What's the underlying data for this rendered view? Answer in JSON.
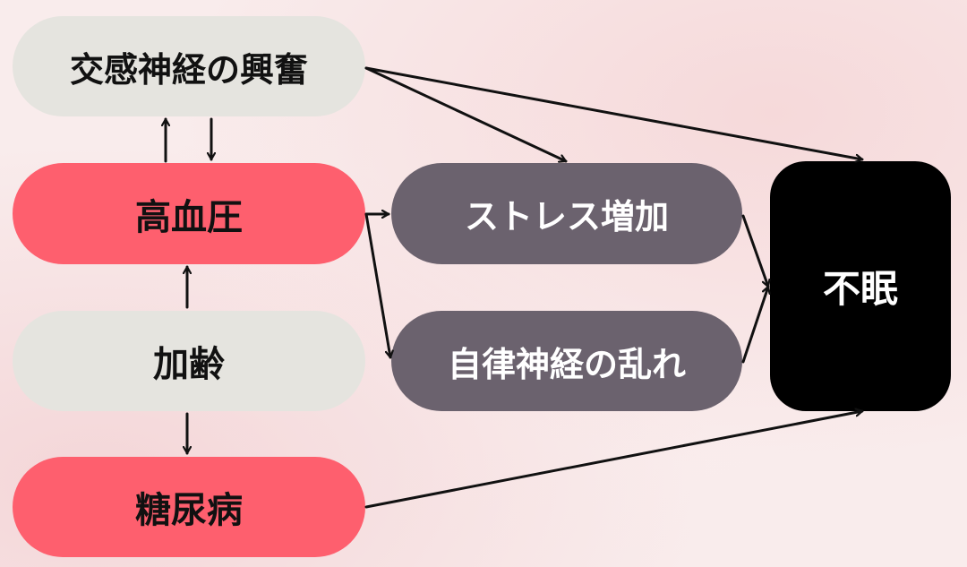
{
  "nodes": {
    "sympathetic": "交感神経の興奮",
    "hypertension": "高血圧",
    "aging": "加齢",
    "diabetes": "糖尿病",
    "stress": "ストレス増加",
    "autonomic": "自律神経の乱れ",
    "insomnia": "不眠"
  },
  "colors": {
    "grey_node": "#e5e4df",
    "red_node": "#fe5f6e",
    "dark_node": "#6b626e",
    "insomnia_node": "#000000",
    "arrow": "#111111"
  },
  "edges": [
    {
      "from": "hypertension",
      "to": "sympathetic"
    },
    {
      "from": "sympathetic",
      "to": "hypertension"
    },
    {
      "from": "aging",
      "to": "hypertension"
    },
    {
      "from": "aging",
      "to": "diabetes"
    },
    {
      "from": "sympathetic",
      "to": "stress"
    },
    {
      "from": "sympathetic",
      "to": "insomnia"
    },
    {
      "from": "hypertension",
      "to": "stress"
    },
    {
      "from": "hypertension",
      "to": "autonomic"
    },
    {
      "from": "stress",
      "to": "insomnia"
    },
    {
      "from": "autonomic",
      "to": "insomnia"
    },
    {
      "from": "diabetes",
      "to": "insomnia"
    }
  ]
}
